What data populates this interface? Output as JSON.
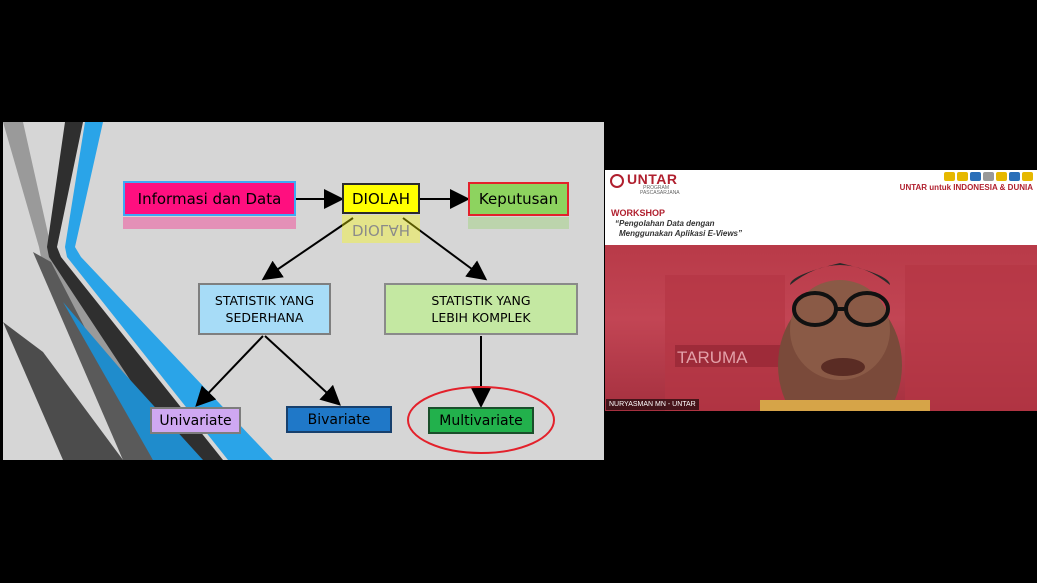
{
  "slide": {
    "boxes": {
      "info": "Informasi dan Data",
      "diolah": "DIOLAH",
      "keputusan": "Keputusan",
      "sederhana_line1": "STATISTIK YANG",
      "sederhana_line2": "SEDERHANA",
      "komplek_line1": "STATISTIK YANG",
      "komplek_line2": "LEBIH KOMPLEK",
      "univariate": "Univariate",
      "bivariate": "Bivariate",
      "multivariate": "Multivariate"
    },
    "colors": {
      "background": "#d6d6d6",
      "info": "#ff0f7f",
      "diolah": "#ffff00",
      "keputusan": "#8dd35f",
      "sederhana": "#a7dcf7",
      "komplek": "#c4e8a2",
      "univariate": "#cfa8f2",
      "bivariate": "#1f78c8",
      "multivariate": "#22b14c",
      "highlight_ellipse": "#e3212b"
    }
  },
  "camera": {
    "logo": "UNTAR",
    "logo_sub_line1": "PROGRAM",
    "logo_sub_line2": "PASCASARJANA",
    "tagline": "UNTAR untuk INDONESIA & DUNIA",
    "workshop_title": "WORKSHOP",
    "workshop_sub_line1": "“Pengolahan Data dengan",
    "workshop_sub_line2": "Menggunakan Aplikasi E-Views”",
    "building_sign": "TARUMA",
    "participant_name": "NURYASMAN MN - UNTAR"
  }
}
